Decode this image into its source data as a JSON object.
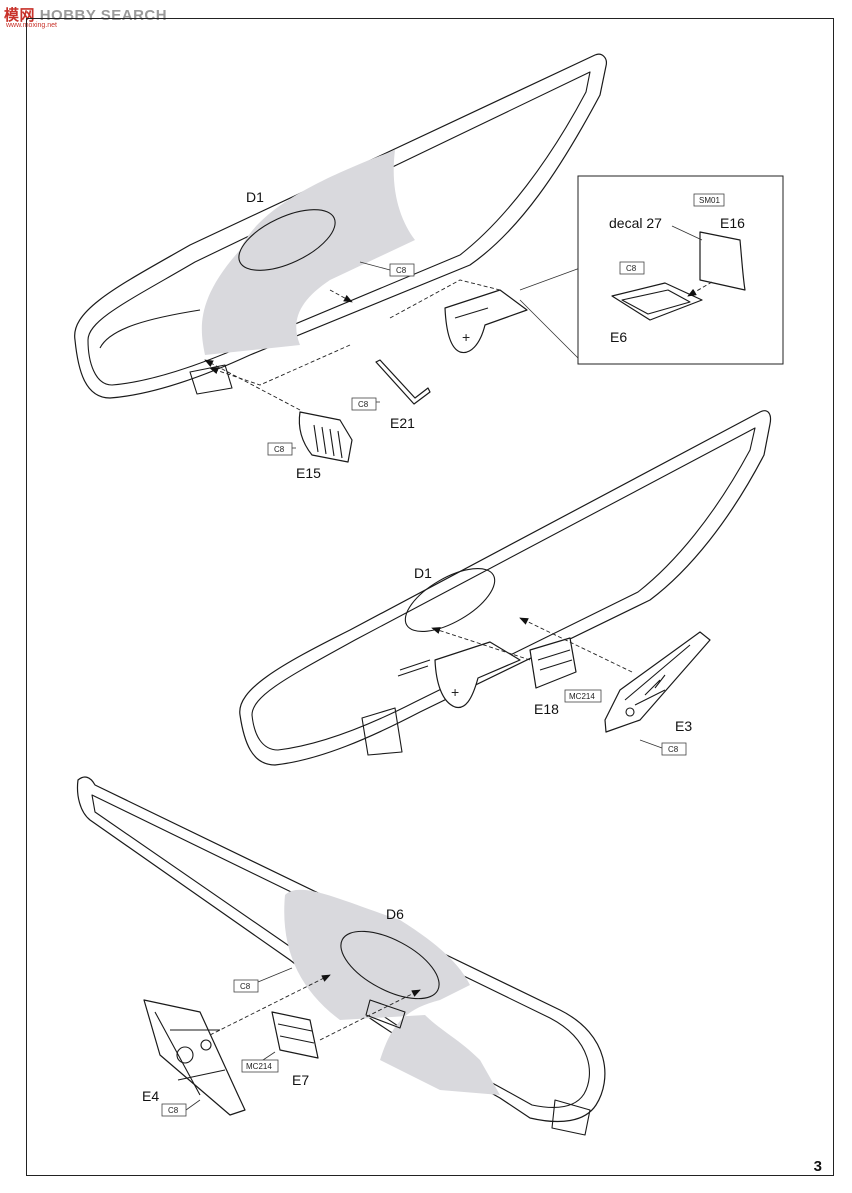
{
  "watermark": {
    "brand": "HOBBY SEARCH",
    "logo": "模网",
    "sub": "www.moxing.net"
  },
  "page_number": "3",
  "step1": {
    "fuselage_label": "D1",
    "detail_box": {
      "decal": "decal 27",
      "part_a": "E16",
      "part_a_color": "SM01",
      "part_b": "E6",
      "part_b_color": "C8"
    },
    "fuselage_color": "C8",
    "parts": [
      {
        "id": "E21",
        "color": "C8"
      },
      {
        "id": "E15",
        "color": "C8"
      }
    ]
  },
  "step2": {
    "fuselage_label": "D1",
    "parts": [
      {
        "id": "E18",
        "color": "MC214"
      },
      {
        "id": "E3",
        "color": "C8"
      }
    ]
  },
  "step3": {
    "fuselage_label": "D6",
    "fuselage_color": "C8",
    "parts": [
      {
        "id": "E7",
        "color": "MC214"
      },
      {
        "id": "E4",
        "color": "C8"
      }
    ]
  }
}
